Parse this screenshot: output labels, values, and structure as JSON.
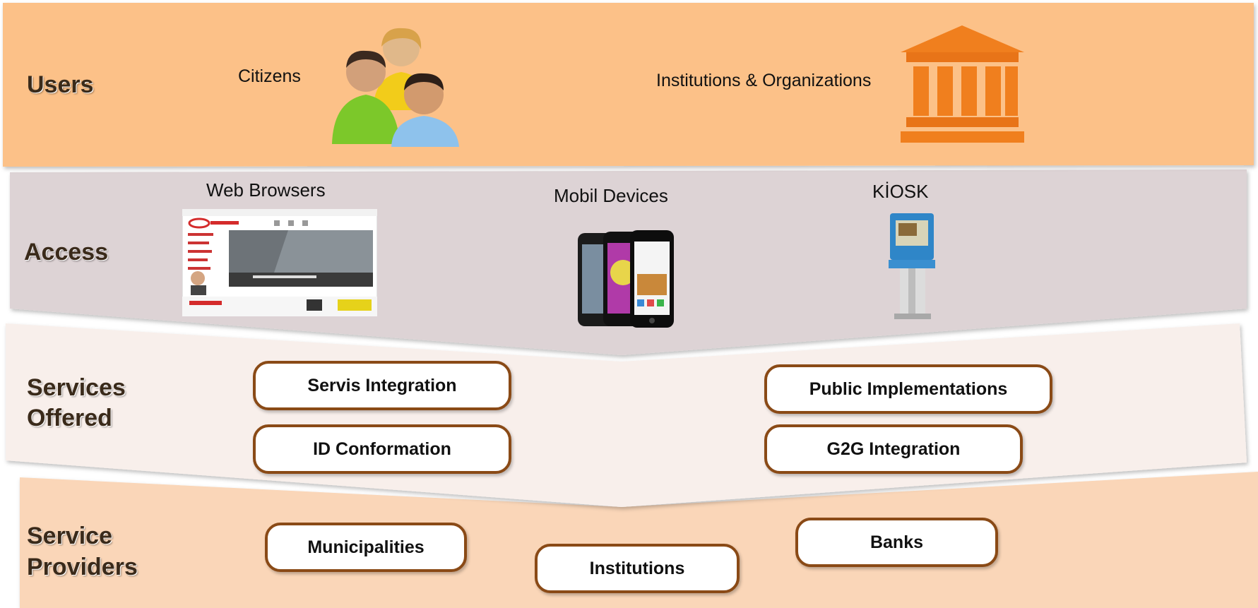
{
  "users": {
    "title": "Users",
    "citizens_label": "Citizens",
    "institutions_label": "Institutions & Organizations",
    "icons": [
      "people-group-icon",
      "government-building-icon"
    ]
  },
  "access": {
    "title": "Access",
    "web_label": "Web Browsers",
    "mobile_label": "Mobil Devices",
    "kiosk_label": "KİOSK",
    "icons": [
      "web-browser-screenshot",
      "smartphones-icon",
      "kiosk-terminal-icon"
    ]
  },
  "services": {
    "title_line1": "Services",
    "title_line2": "Offered",
    "items": [
      "Servis Integration",
      "ID Conformation",
      "Public Implementations",
      "G2G Integration"
    ]
  },
  "providers": {
    "title_line1": "Service",
    "title_line2": "Providers",
    "items": [
      "Municipalities",
      "Institutions",
      "Banks"
    ]
  },
  "colors": {
    "users_band": "#fcc188",
    "access_band": "#ddd3d5",
    "services_band": "#f8efeb",
    "providers_band": "#fad6b8",
    "pill_border": "#8a4a16",
    "building": "#f07f1e"
  }
}
